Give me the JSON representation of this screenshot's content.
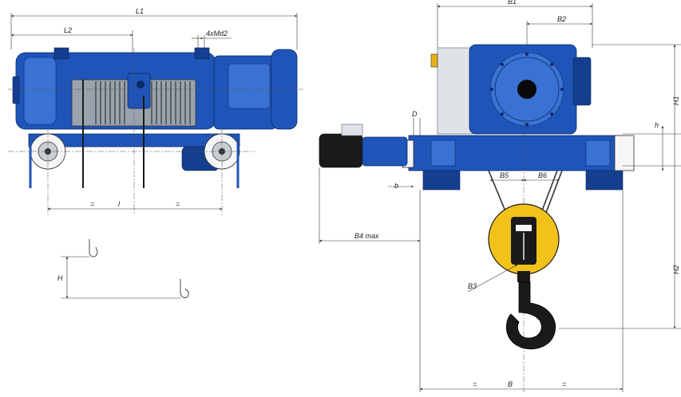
{
  "drawing": {
    "side_view": {
      "dimensions": {
        "L1": "L1",
        "L2": "L2",
        "bolts": "4xMd2",
        "l": "l",
        "eq_left": "=",
        "eq_right": "="
      },
      "lift_height": "H"
    },
    "front_view": {
      "dimensions": {
        "B1": "B1",
        "B2": "B2",
        "D": "D",
        "b": "b",
        "B4": "B4 max",
        "B5": "B5",
        "B6": "B6",
        "B3": "B3",
        "B": "B",
        "eq_left": "=",
        "eq_right": "=",
        "H1": "H1",
        "H2": "H2",
        "h": "h"
      }
    },
    "colors": {
      "body": "#1f55b8",
      "hook_block": "#f2c21b",
      "cover": "#dfe3e8",
      "motor": "#1a1a1a"
    }
  }
}
